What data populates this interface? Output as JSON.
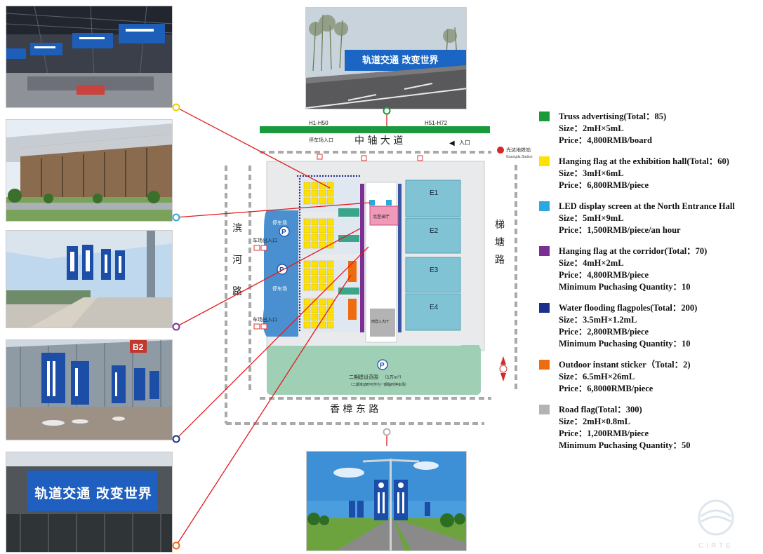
{
  "legend": [
    {
      "color": "#1a9a3c",
      "title": "Truss advertising(Total：85)",
      "size": "Size：2mH×5mL",
      "price": "Price：4,800RMB/board",
      "extra": ""
    },
    {
      "color": "#ffe100",
      "title": "Hanging flag at the exhibition hall(Total：60)",
      "size": "Size：3mH×6mL",
      "price": "Price：6,800RMB/piece",
      "extra": ""
    },
    {
      "color": "#2ba8e0",
      "title": "LED display screen at the North Entrance Hall",
      "size": "Size：5mH×9mL",
      "price": "Price：1,500RMB/piece/an hour",
      "extra": ""
    },
    {
      "color": "#7b2f92",
      "title": "Hanging flag at the corridor(Total：70)",
      "size": "Size：4mH×2mL",
      "price": "Price：4,800RMB/piece",
      "extra": "Minimum Puchasing Quantity：10"
    },
    {
      "color": "#1c2f8c",
      "title": "Water flooding flagpoles(Total：200)",
      "size": "Size：3.5mH×1.2mL",
      "price": "Price：2,800RMB/piece",
      "extra": "Minimum Puchasing Quantity：10"
    },
    {
      "color": "#ee6c10",
      "title": "Outdoor instant sticker（Total：2)",
      "size": "Size：6.5mH×26mL",
      "price": "Price：6,8000RMB/piece",
      "extra": ""
    },
    {
      "color": "#b3b3b3",
      "title": "Road flag(Total：300)",
      "size": "Size：2mH×0.8mL",
      "price": "Price：1,200RMB/piece",
      "extra": "Minimum Puchasing Quantity：50"
    }
  ],
  "map": {
    "road_north": "中 轴 大 道",
    "road_south": "香 樟 东 路",
    "road_west": [
      "滨",
      "河",
      "路"
    ],
    "road_east": [
      "梯",
      "塘",
      "路"
    ],
    "truss_left": "H1-H50",
    "truss_right": "H51-H72",
    "parking_entrance_top": "停车场入口",
    "entrance_label": "入口",
    "station_name": "光达地铁站",
    "station_name_en": "Guangda Station",
    "parking_lot": "停车场",
    "parking_exit_1": "车场出入口",
    "parking_exit_2": "车场出入口",
    "hall_labels": [
      "E1",
      "E2",
      "E3",
      "E4"
    ],
    "north_hall": "北登录厅",
    "south_hall": "南登入大厅",
    "phase2": "二期建设范围",
    "phase2_area": "（1万m²）",
    "phase2_note": "（二期未动时可作为一期临时停车场）",
    "parking_symbol": "P"
  },
  "banners": {
    "street_banner": "轨道交通 改变世界",
    "hall_banner": "轨道交通 改变世界",
    "gate_banner_b2": "B2"
  },
  "watermark": "CIRTE"
}
